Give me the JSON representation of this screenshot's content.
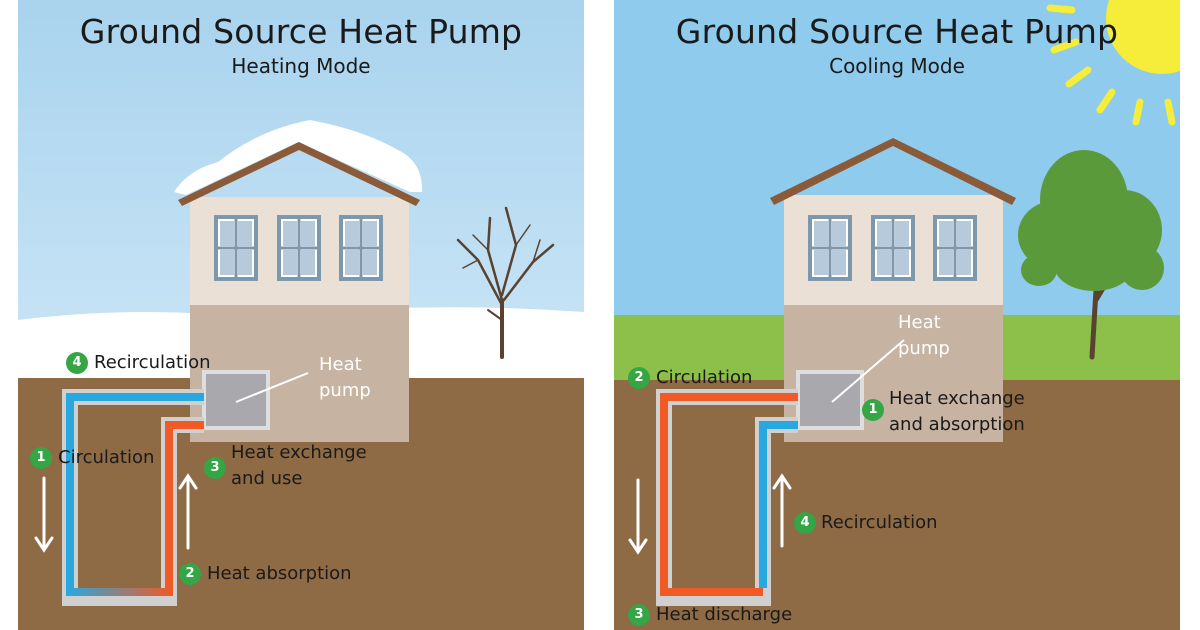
{
  "panels": [
    {
      "title": "Ground Source Heat Pump",
      "subtitle": "Heating Mode",
      "pump_label": [
        "Heat",
        "pump"
      ],
      "steps": [
        {
          "number": "1",
          "label": "Circulation"
        },
        {
          "number": "2",
          "label": "Heat absorption"
        },
        {
          "number": "3",
          "label_lines": [
            "Heat exchange",
            "and use"
          ]
        },
        {
          "number": "4",
          "label": "Recirculation"
        }
      ]
    },
    {
      "title": "Ground Source Heat Pump",
      "subtitle": "Cooling Mode",
      "pump_label": [
        "Heat",
        "pump"
      ],
      "steps": [
        {
          "number": "1",
          "label_lines": [
            "Heat exchange",
            "and absorption"
          ]
        },
        {
          "number": "2",
          "label": "Circulation"
        },
        {
          "number": "3",
          "label": "Heat discharge"
        },
        {
          "number": "4",
          "label": "Recirculation"
        }
      ]
    }
  ],
  "colors": {
    "sky_winter": "#b4d8ef",
    "sky_summer": "#8fcbec",
    "snow": "#ffffff",
    "grass": "#8cc04b",
    "soil": "#8e6a45",
    "house_wall": "#ebe0d5",
    "basement": "#c7b3a2",
    "roof": "#8b5a38",
    "window": "#7d97ad",
    "pipe_hot": "#f15a24",
    "pipe_cold": "#29a8e0",
    "badge": "#34a645",
    "sun": "#f6ec3a",
    "tree_green": "#5a9a3a",
    "trunk": "#5a4230"
  }
}
